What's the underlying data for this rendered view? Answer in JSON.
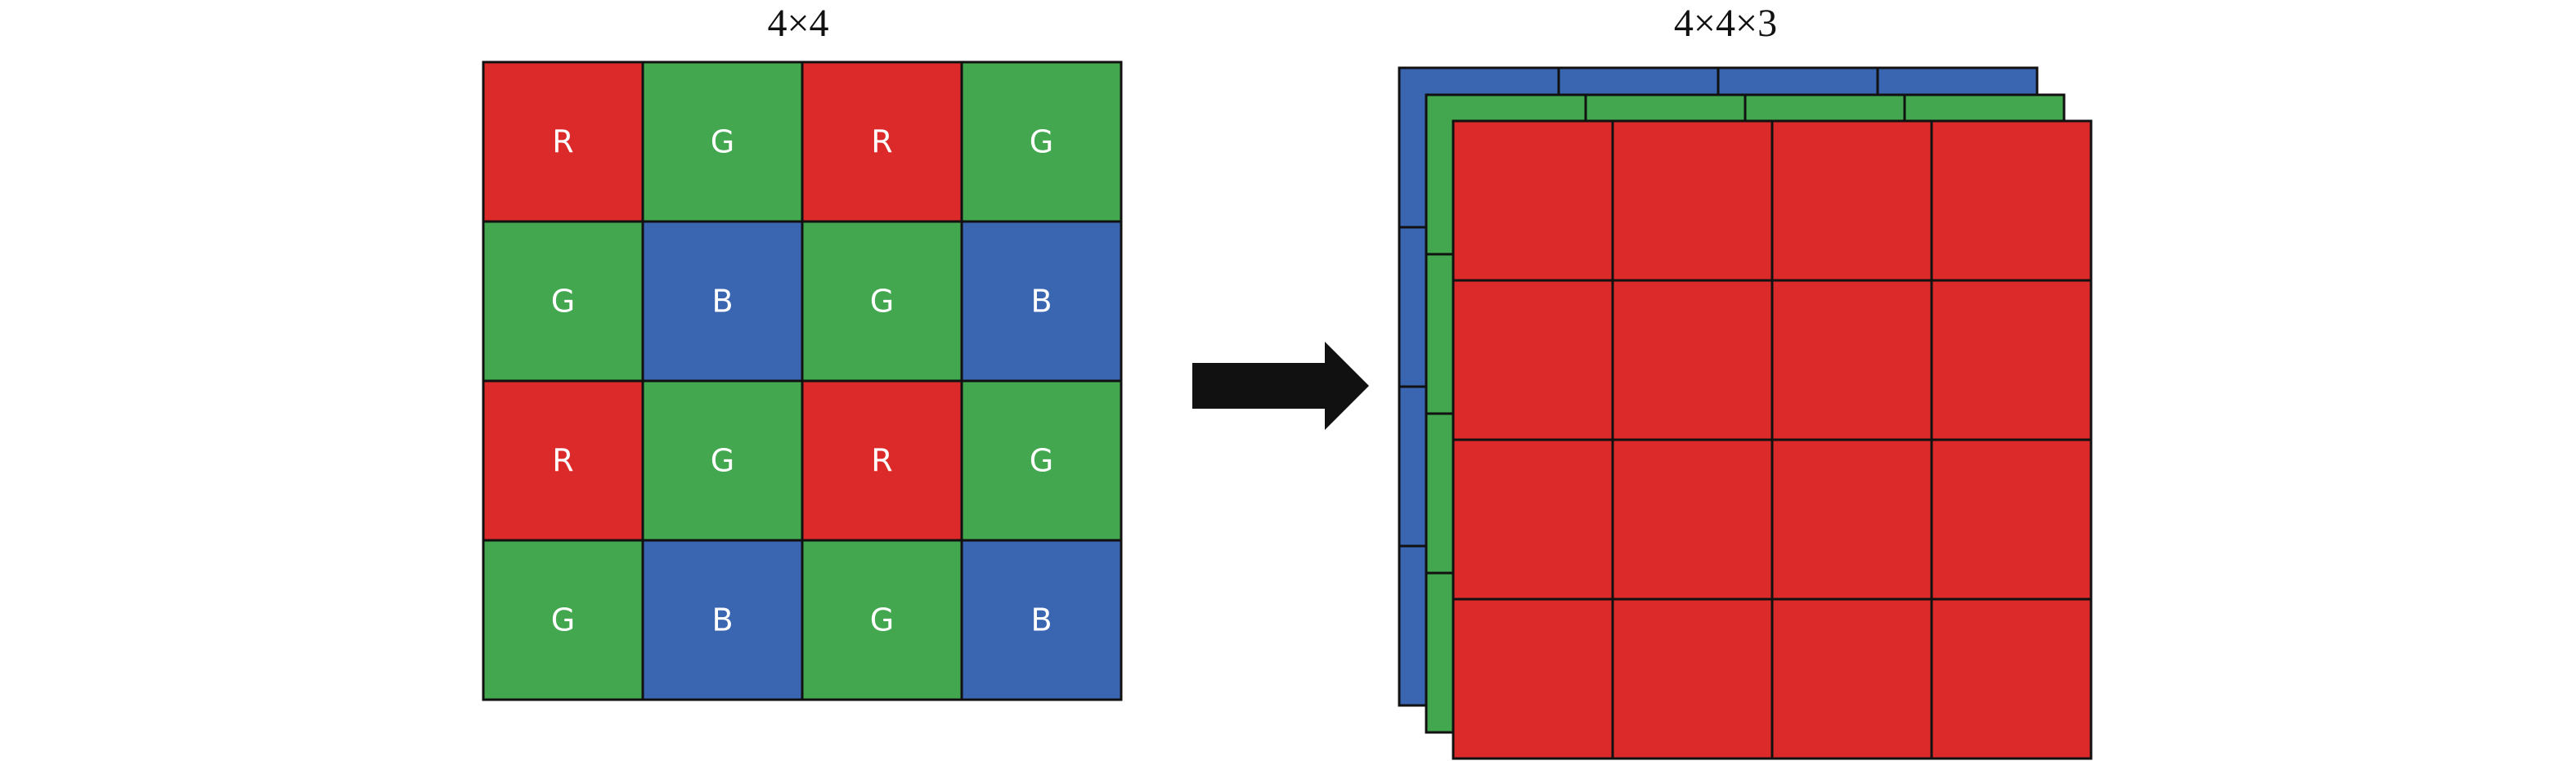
{
  "left_grid": {
    "title": "4×4",
    "cells": [
      [
        "R",
        "G",
        "R",
        "G"
      ],
      [
        "G",
        "B",
        "G",
        "B"
      ],
      [
        "R",
        "G",
        "R",
        "G"
      ],
      [
        "G",
        "B",
        "G",
        "B"
      ]
    ]
  },
  "right_stack": {
    "title": "4×4×3",
    "rows": 4,
    "cols": 4,
    "layers": [
      "blue",
      "green",
      "red"
    ]
  },
  "arrow": {
    "direction": "right",
    "color": "#111111"
  },
  "colors": {
    "R": "#dc2a2b",
    "G": "#42a74f",
    "B": "#3965b1",
    "red": "#dc2a2b",
    "green": "#42a74f",
    "blue": "#3965b1",
    "border": "#111111"
  }
}
